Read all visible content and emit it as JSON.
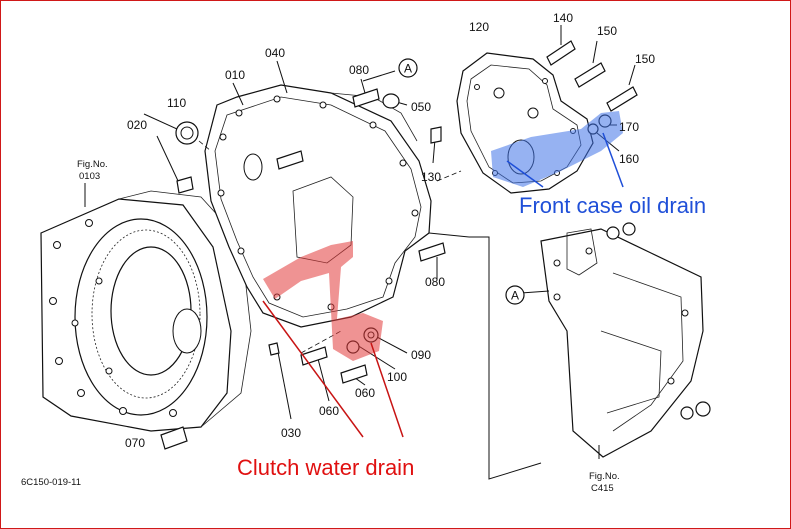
{
  "diagram": {
    "part_numbers": [
      "010",
      "020",
      "030",
      "040",
      "050",
      "060",
      "060",
      "070",
      "080",
      "080",
      "090",
      "100",
      "110",
      "120",
      "130",
      "140",
      "150",
      "150",
      "160",
      "170"
    ],
    "reference_marker": "A",
    "figure_refs": [
      {
        "prefix": "Fig.No.",
        "number": "0103"
      },
      {
        "prefix": "Fig.No.",
        "number": "C415"
      }
    ],
    "drawing_code": "6C150-019-11",
    "annotations": [
      {
        "text": "Front case oil drain",
        "color": "#1f4fd8"
      },
      {
        "text": "Clutch water drain",
        "color": "#e01010"
      }
    ],
    "highlight_colors": {
      "blue": "#3f73e8",
      "red": "#e23a3a"
    }
  }
}
